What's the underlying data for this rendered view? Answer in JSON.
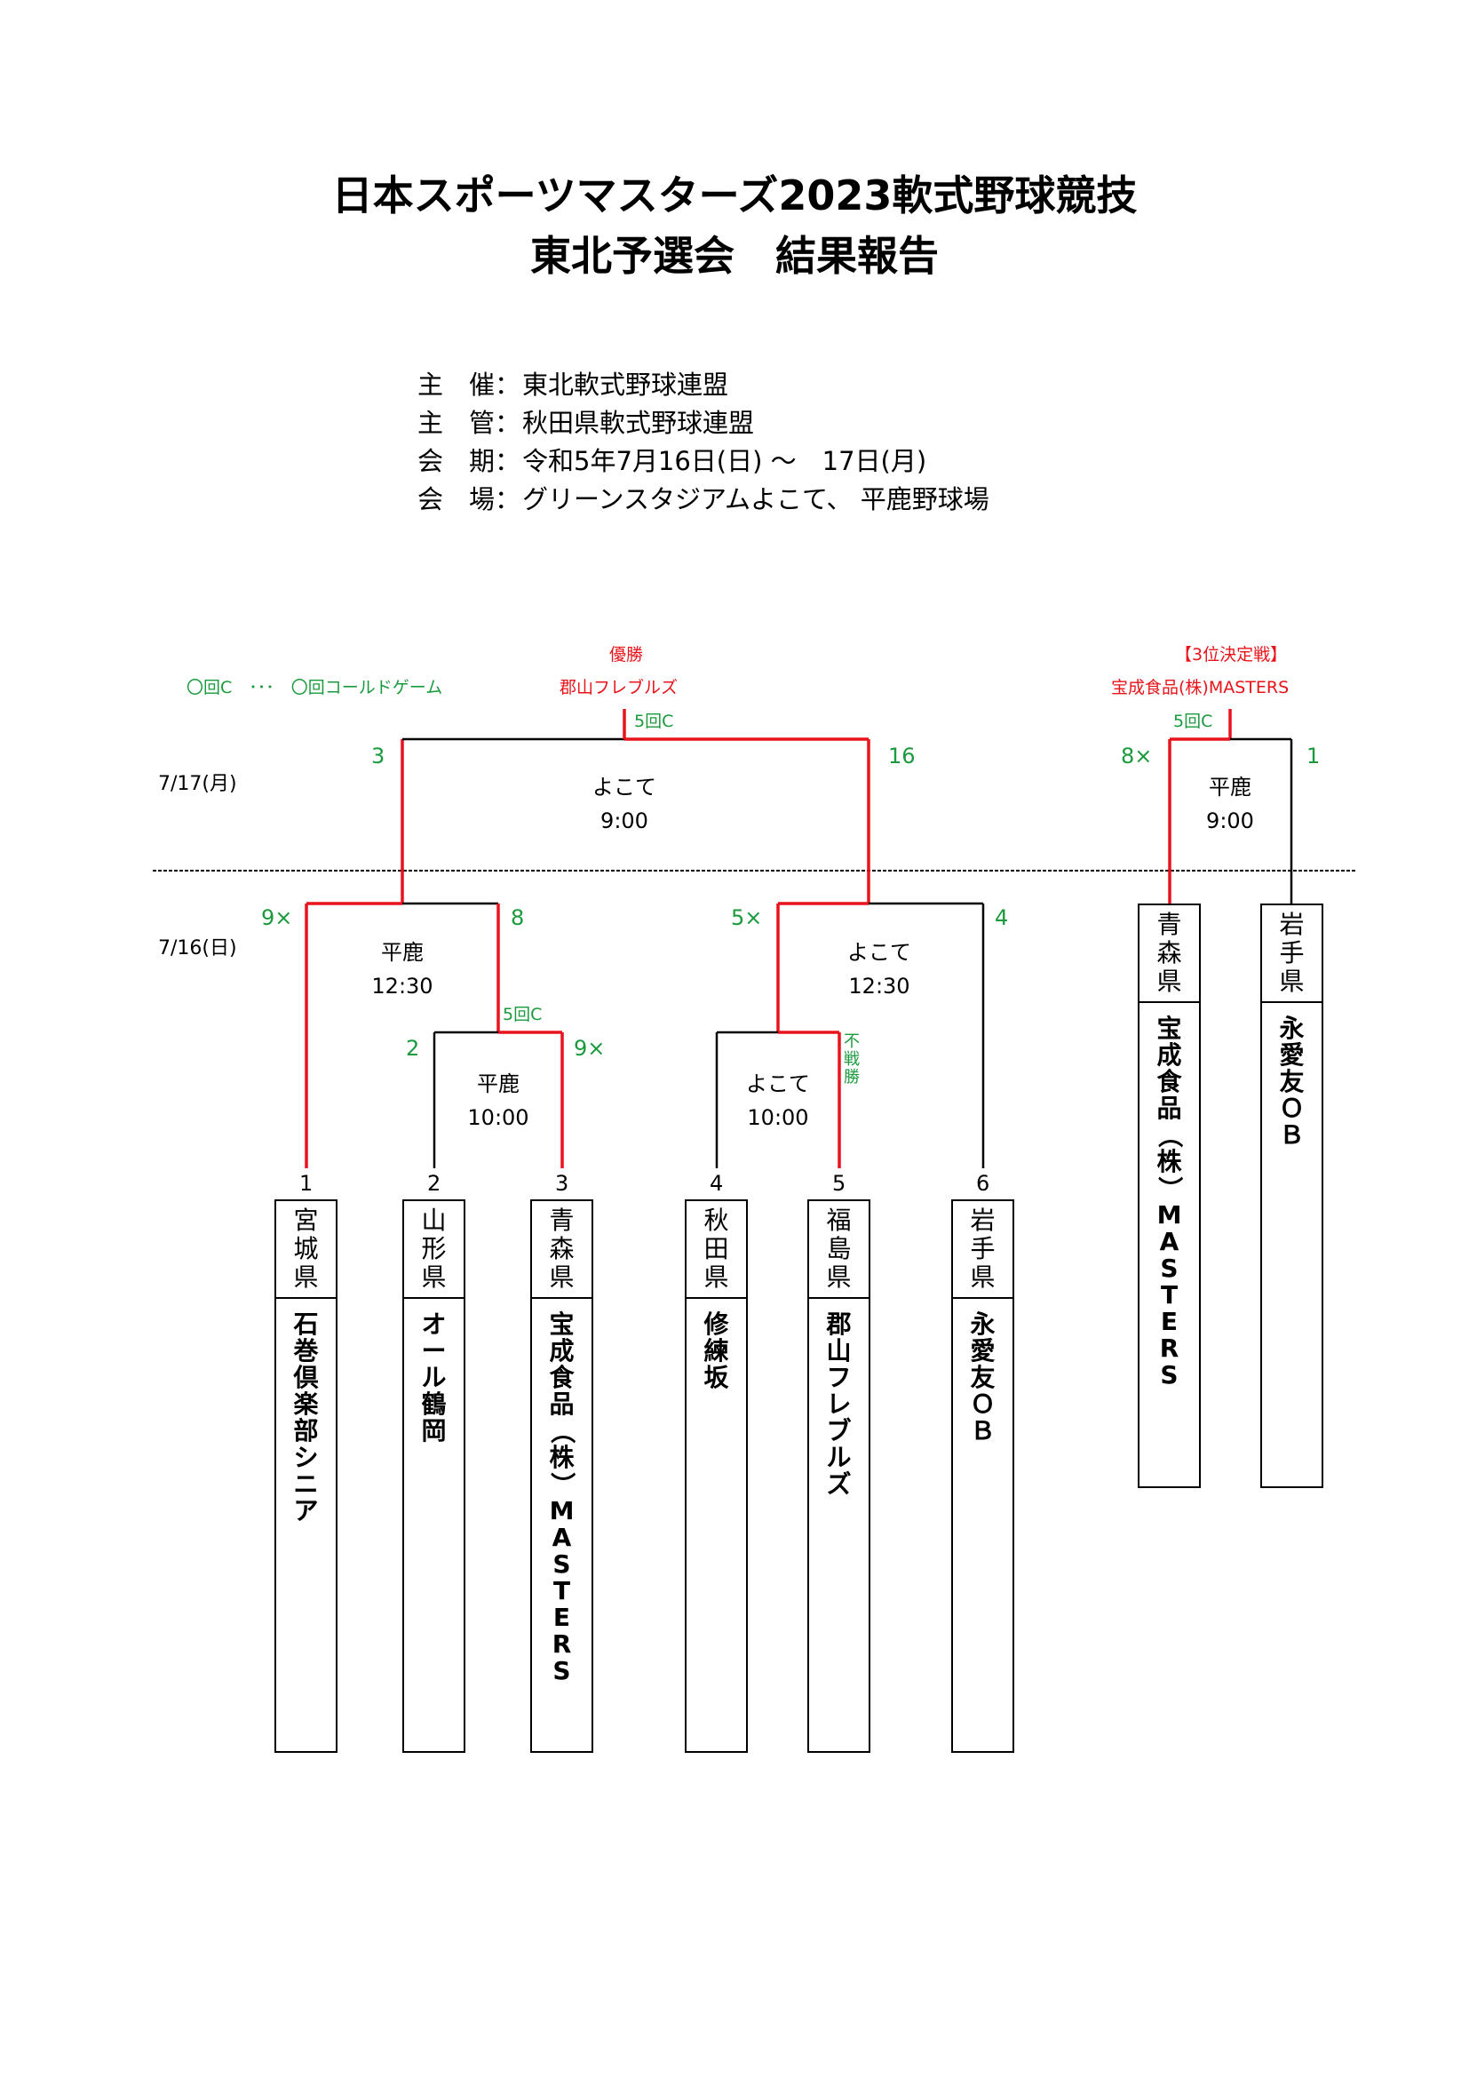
{
  "title_line1": "日本スポーツマスターズ2023軟式野球競技",
  "title_line2": "東北予選会　結果報告",
  "info": [
    {
      "label": "主　催：",
      "value": "東北軟式野球連盟"
    },
    {
      "label": "主　管：",
      "value": "秋田県軟式野球連盟"
    },
    {
      "label": "会　期：",
      "value": "令和5年7月16日(日) ～　17日(月)"
    },
    {
      "label": "会　場：",
      "value": "グリーンスタジアムよこて、 平鹿野球場"
    }
  ],
  "legend": "〇回C　･･･　〇回コールドゲーム",
  "champion": {
    "label": "優勝",
    "team": "郡山フレブルズ",
    "note": "5回C"
  },
  "third_place": {
    "label": "【3位決定戦】",
    "team": "宝成食品(株)MASTERS",
    "note": "5回C"
  },
  "dates": {
    "day2": "7/17(月)",
    "day1": "7/16(日)"
  },
  "final": {
    "venue": "よこて",
    "time": "9:00",
    "left_score": "3",
    "right_score": "16"
  },
  "third_match": {
    "venue": "平鹿",
    "time": "9:00",
    "left_score": "8×",
    "right_score": "1"
  },
  "semi_left": {
    "venue": "平鹿",
    "time": "12:30",
    "left_score": "9×",
    "right_score": "8"
  },
  "semi_right": {
    "venue": "よこて",
    "time": "12:30",
    "left_score": "5×",
    "right_score": "4"
  },
  "r1_left": {
    "venue": "平鹿",
    "time": "10:00",
    "left_score": "2",
    "right_score": "9×",
    "note": "5回C"
  },
  "r1_right": {
    "venue": "よこて",
    "time": "10:00",
    "note": "不戦勝"
  },
  "seeds": [
    "1",
    "2",
    "3",
    "4",
    "5",
    "6"
  ],
  "teams": [
    {
      "pref": "宮城県",
      "name": "石巻倶楽部シニア"
    },
    {
      "pref": "山形県",
      "name": "オール鶴岡"
    },
    {
      "pref": "青森県",
      "name": "宝成食品（株）MASTERS"
    },
    {
      "pref": "秋田県",
      "name": "修練坂"
    },
    {
      "pref": "福島県",
      "name": "郡山フレブルズ"
    },
    {
      "pref": "岩手県",
      "name": "永愛友ＯＢ"
    }
  ],
  "third_teams": [
    {
      "pref": "青森県",
      "name": "宝成食品（株）MASTERS"
    },
    {
      "pref": "岩手県",
      "name": "永愛友ＯＢ"
    }
  ],
  "colors": {
    "win_line": "#e8141b",
    "score": "#1a9a3c",
    "line": "#000000"
  }
}
